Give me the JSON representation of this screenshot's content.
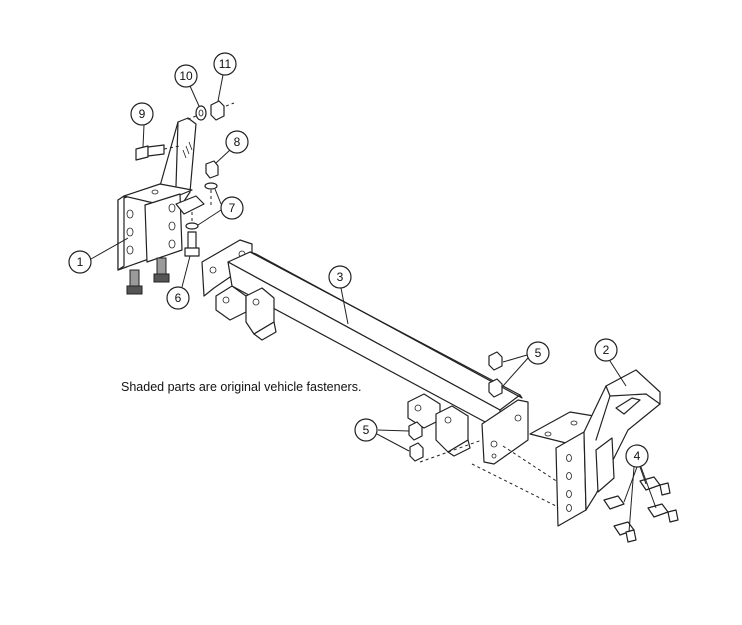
{
  "note": "Shaded parts are original vehicle fasteners.",
  "callouts": {
    "c1": "1",
    "c2": "2",
    "c3": "3",
    "c4": "4",
    "c5a": "5",
    "c5b": "5",
    "c6": "6",
    "c7": "7",
    "c8": "8",
    "c9": "9",
    "c10": "10",
    "c11": "11"
  },
  "colors": {
    "line": "#222222",
    "shaded_fastener": "#9a9a9a",
    "background": "#ffffff"
  }
}
